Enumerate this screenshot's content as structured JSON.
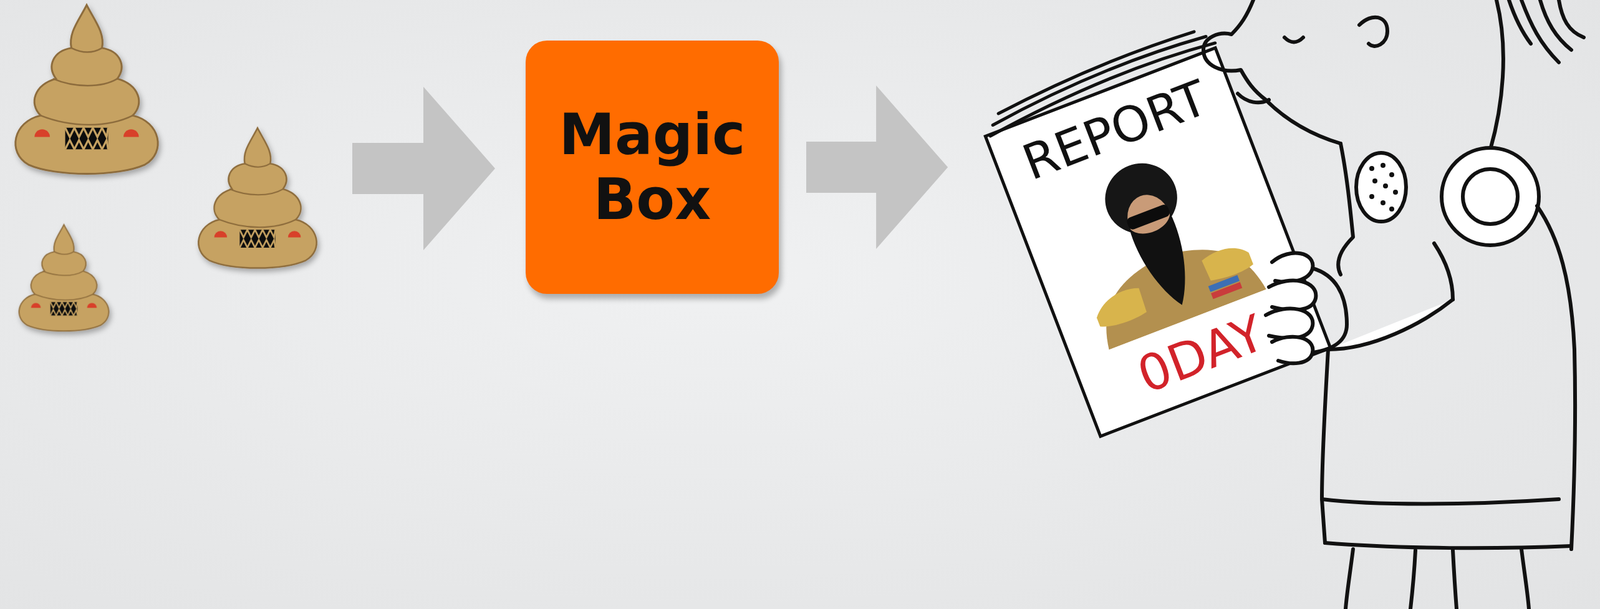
{
  "diagram": {
    "nodes": [
      {
        "text": [
          "Magic Box"
        ]
      },
      {
        "text": [
          "REPORT",
          "0DAY"
        ]
      }
    ],
    "edges": [
      {
        "from": 0,
        "to": 1,
        "arrow": "to"
      }
    ]
  }
}
